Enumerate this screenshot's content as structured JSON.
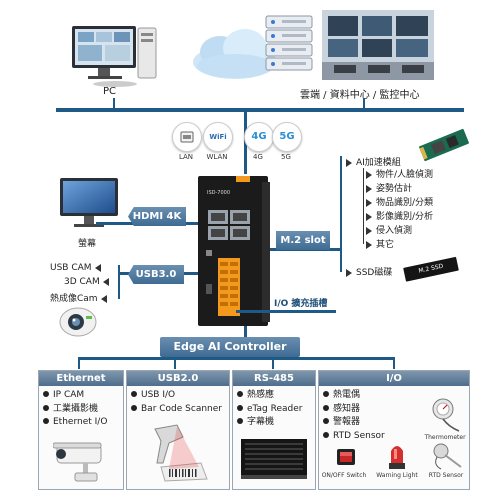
{
  "top": {
    "pc_label": "PC",
    "cloud_label": "雲端 / 資料中心 / 監控中心"
  },
  "network_icons": [
    {
      "text": "",
      "label": "LAN"
    },
    {
      "text": "WiFi",
      "label": "WLAN"
    },
    {
      "text": "4G",
      "label": "4G"
    },
    {
      "text": "5G",
      "label": "5G"
    }
  ],
  "display": {
    "tag": "HDMI 4K",
    "label": "螢幕"
  },
  "usb_cams": {
    "tag": "USB3.0",
    "items": [
      "USB CAM",
      "3D CAM",
      "熱成像Cam"
    ]
  },
  "m2": {
    "tag": "M.2 slot",
    "ai_title": "AI加速模組",
    "ai_items": [
      "物件/人臉偵測",
      "姿勢估計",
      "物品識別/分類",
      "影像識別/分析",
      "侵入偵測",
      "其它"
    ],
    "ssd": "SSD磁碟",
    "ssd_card_text": "M.2 SSD"
  },
  "io_expansion": "I/O 擴充插槽",
  "controller": {
    "label": "Edge AI Controller",
    "model": "ISD-7000"
  },
  "panels": [
    {
      "title": "Ethernet",
      "items": [
        "IP CAM",
        "工業攝影機",
        "Ethernet I/O"
      ]
    },
    {
      "title": "USB2.0",
      "items": [
        "USB I/O",
        "Bar Code Scanner"
      ]
    },
    {
      "title": "RS-485",
      "items": [
        "熱感應",
        "eTag Reader",
        "字幕機"
      ]
    },
    {
      "title": "I/O",
      "items": [
        "熱電偶",
        "感知器",
        "警報器",
        "RTD Sensor"
      ]
    }
  ],
  "io_pictures": {
    "thermometer": "Thermometer",
    "switch": "ON/OFF Switch",
    "warning": "Warning Light",
    "rtd": "RTD Sensor"
  }
}
